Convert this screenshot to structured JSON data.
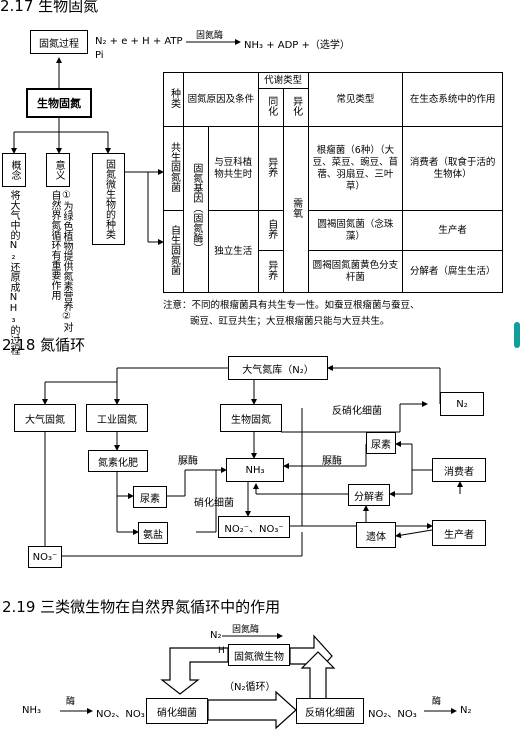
{
  "s217": {
    "heading": "2.17 生物固氮",
    "process_box": "固氮过程",
    "eq_main": "N₂ + e + H  + ATP",
    "eq_enzyme": "固氮酶",
    "eq_product": "NH₃ + ADP +（选学）",
    "eq_pi": "Pi",
    "main_box": "生物固氮",
    "concept_box": "概念",
    "concept_text": "将大气中的N₂还原成NH₃的过程",
    "meaning_box": "意义",
    "meaning_text": "①为绿色植物提供氮素营养②对自然界氮循环有重要作用",
    "species_box": "固氮微生物的种类",
    "table": {
      "h_kind": "种类",
      "h_cond": "固氮原因及条件",
      "h_meta": "代谢类型",
      "h_assim": "同化",
      "h_dissim": "异化",
      "h_common": "常见类型",
      "h_role": "在生态系统中的作用",
      "sym_kind": "共生固氮菌",
      "free_kind": "自生固氮菌",
      "gene": "固氮基因（固氮酶）",
      "sym_cond": "与豆科植物共生时",
      "free_cond": "独立生活",
      "sym_assim": "异养",
      "free_assim1": "自养",
      "free_assim2": "异养",
      "dissim": "需氧",
      "sym_common": "根瘤菌（6种）（大豆、菜豆、豌豆、苜蓿、羽扇豆、三叶草）",
      "sym_role": "消费者（取食于活的生物体）",
      "free_common1": "圆褐固氮菌（念珠藻）",
      "free_role1": "生产者",
      "free_common2": "圆褐固氮菌黄色分支杆菌",
      "free_role2": "分解者（腐生生活）"
    },
    "note1": "注意：不同的根瘤菌具有共生专一性。如蚕豆根瘤菌与蚕豆、",
    "note2": "豌豆、豇豆共生；大豆根瘤菌只能与大豆共生。"
  },
  "s218": {
    "heading": "2.18 氮循环",
    "atm_pool": "大气氮库（N₂）",
    "atm_fix": "大气固氮",
    "ind_fix": "工业固氮",
    "bio_fix": "生物固氮",
    "n2": "N₂",
    "denit_bact": "反硝化细菌",
    "urea_box": "尿素",
    "fertilizer": "氮素化肥",
    "nh": "NH₃",
    "urease1": "脲酶",
    "urease2": "脲酶",
    "consumer": "消费者",
    "urea_small": "尿素",
    "decomposer": "分解者",
    "nitrifier": "硝化细菌",
    "ammonium": "氨盐",
    "no_box": "NO₂⁻、NO₃⁻",
    "remains": "遗体",
    "producer": "生产者",
    "no3_bottom": "NO₃⁻"
  },
  "s219": {
    "heading": "2.19 三类微生物在自然界氮循环中的作用",
    "n2_top": "N₂",
    "h_label": "H",
    "enzyme_top": "固氮酶",
    "fix_box": "固氮微生物",
    "cycle_label": "（N₂循环）",
    "left_formula": "NH₃",
    "left_enzyme": "酶",
    "left_products": "NO₂、NO₃",
    "nitrif_box": "硝化细菌",
    "denit_box": "反硝化细菌",
    "right_reactants": "NO₂、NO₃",
    "right_enzyme": "酶",
    "right_product": "N₂"
  },
  "accent": "#0f9d9d"
}
